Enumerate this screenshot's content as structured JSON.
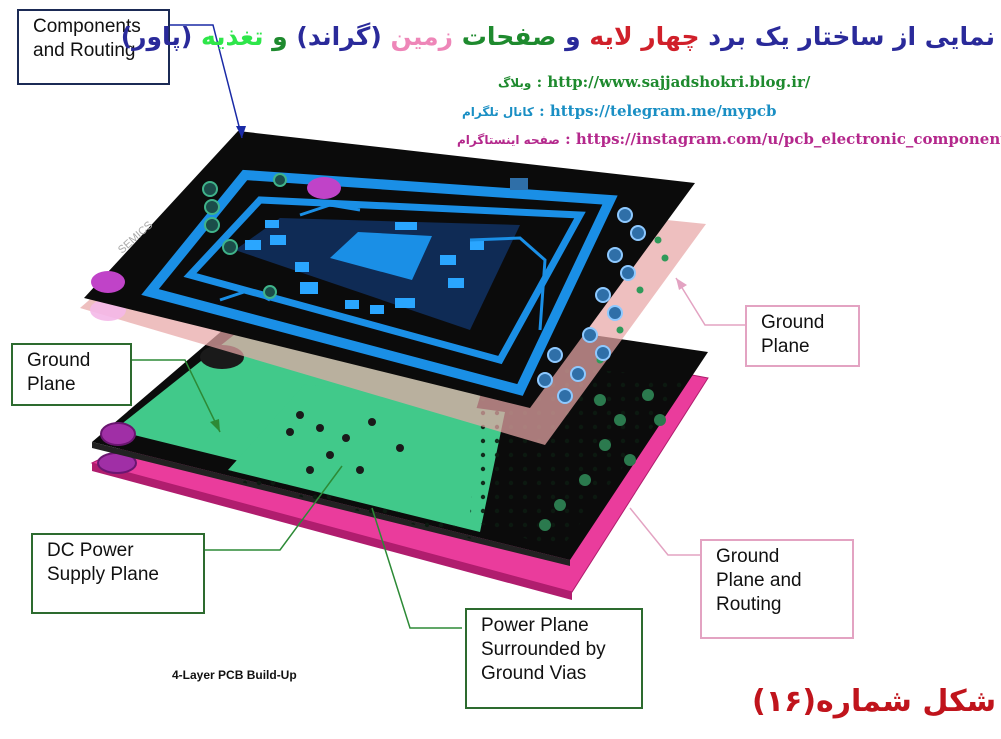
{
  "title": {
    "parts": [
      {
        "text": "نمایی از ساختار یک برد ",
        "color": "#2a2a9a"
      },
      {
        "text": "چهار لایه",
        "color": "#d0202a"
      },
      {
        "text": " و ",
        "color": "#2a2a9a"
      },
      {
        "text": "صفحات",
        "color": "#1e8a2e"
      },
      {
        "text": " زمین ",
        "color": "#ee86b8"
      },
      {
        "text": "(گراند)",
        "color": "#2a2a9a"
      },
      {
        "text": " و ",
        "color": "#1e8a2e"
      },
      {
        "text": "تغذیه",
        "color": "#2ee64a"
      },
      {
        "text": " (پاور)",
        "color": "#2a2a9a"
      }
    ]
  },
  "links": {
    "blog": {
      "label": "وبلاگ",
      "url": "http://www.sajjadshokri.blog.ir/",
      "color": "#1e8a2e"
    },
    "telegram": {
      "label": "کانال تلگرام",
      "url": "https://telegram.me/mypcb",
      "color": "#1a8fc4"
    },
    "instagram": {
      "label": "صفحه اینستاگرام",
      "url": "https://instagram.com/u/pcb_electronic_component",
      "color": "#b4288c"
    }
  },
  "callouts": {
    "components_routing": "Components\nand Routing",
    "ground_plane_right": "Ground\nPlane",
    "ground_plane_left": "Ground\nPlane",
    "dc_power": "DC Power\nSupply Plane",
    "power_plane_vias": "Power Plane\nSurrounded by\nGround Vias",
    "ground_plane_routing": "Ground\nPlane and\nRouting"
  },
  "board_silk": {
    "brand": "SEMICS"
  },
  "caption": "4-Layer PCB Build-Up",
  "figure_label": "شکل شماره(۱۶)",
  "colors": {
    "top_layer": "#0b0b0b",
    "copper_blue": "#1a8fe6",
    "ground_layer": "#e8a6a6",
    "power_layer": "#41c98a",
    "bottom_layer": "#ea3c9c",
    "callout_navy": "#1b2a55",
    "callout_green": "#2d6b2f",
    "callout_pink": "#e3a3c2"
  }
}
